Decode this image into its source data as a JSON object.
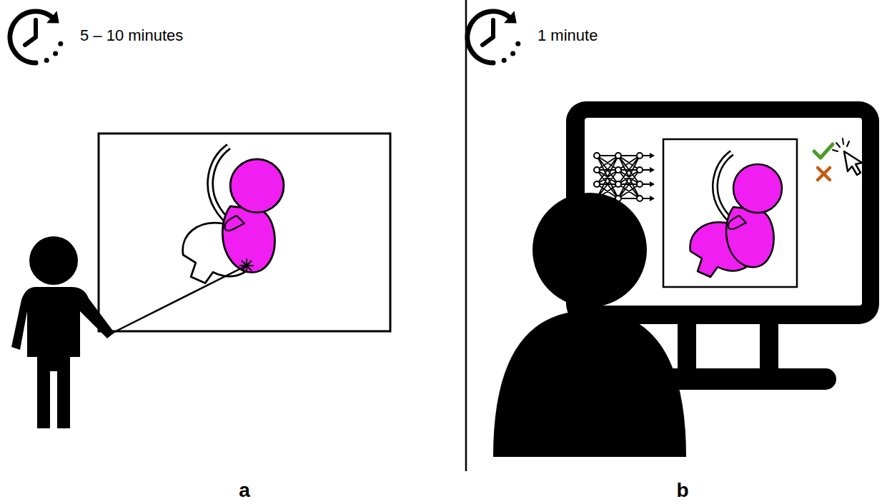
{
  "diagram": {
    "labels": [
      "5 – 10 minutes",
      "1 minute",
      "a",
      "b"
    ]
  }
}
